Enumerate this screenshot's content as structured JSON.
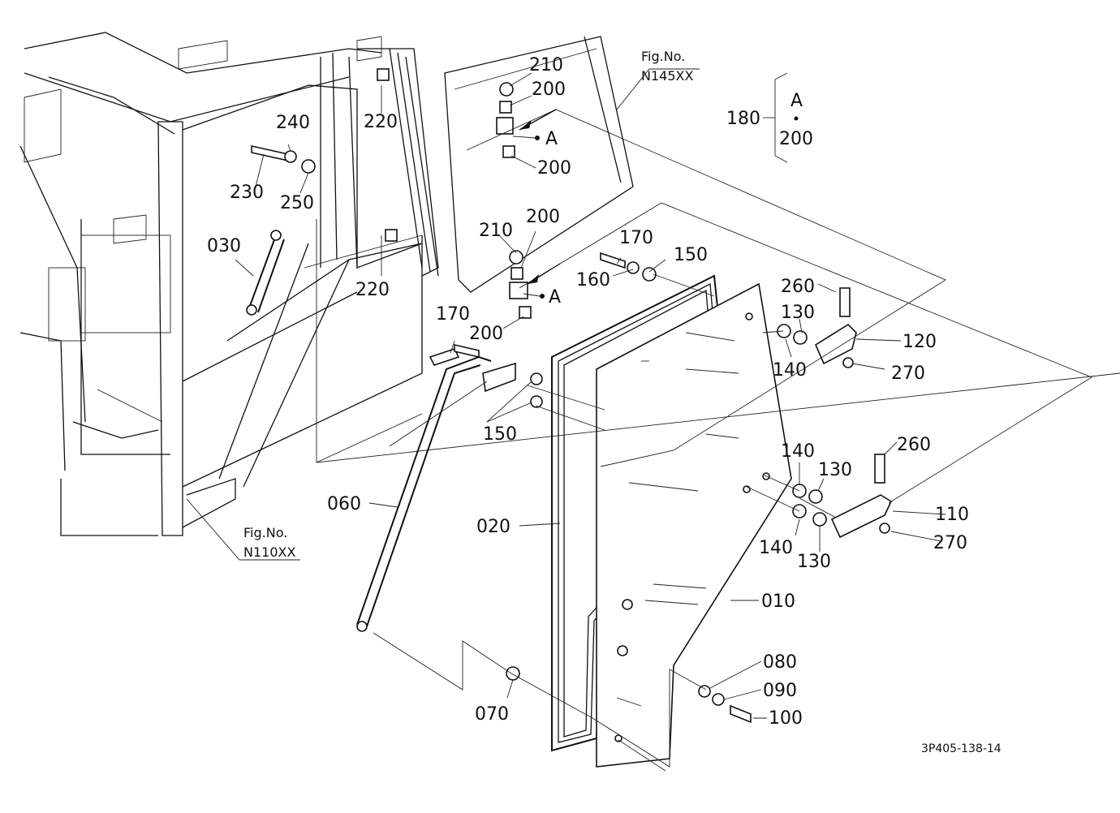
{
  "parts": [
    {
      "id": "p210a",
      "text": "210"
    },
    {
      "id": "p200a",
      "text": "200"
    },
    {
      "id": "pA1",
      "text": "A"
    },
    {
      "id": "p200b",
      "text": "200"
    },
    {
      "id": "p220a",
      "text": "220"
    },
    {
      "id": "p240",
      "text": "240"
    },
    {
      "id": "p230",
      "text": "230"
    },
    {
      "id": "p250",
      "text": "250"
    },
    {
      "id": "p030",
      "text": "030"
    },
    {
      "id": "p220b",
      "text": "220"
    },
    {
      "id": "p210b",
      "text": "210"
    },
    {
      "id": "p200c",
      "text": "200"
    },
    {
      "id": "pA2",
      "text": "A"
    },
    {
      "id": "p200d",
      "text": "200"
    },
    {
      "id": "p170a",
      "text": "170"
    },
    {
      "id": "p160",
      "text": "160"
    },
    {
      "id": "p150a",
      "text": "150"
    },
    {
      "id": "p170b",
      "text": "170"
    },
    {
      "id": "p150b",
      "text": "150"
    },
    {
      "id": "p260a",
      "text": "260"
    },
    {
      "id": "p130a",
      "text": "130"
    },
    {
      "id": "p120",
      "text": "120"
    },
    {
      "id": "p140a",
      "text": "140"
    },
    {
      "id": "p270a",
      "text": "270"
    },
    {
      "id": "p140b",
      "text": "140"
    },
    {
      "id": "p260b",
      "text": "260"
    },
    {
      "id": "p130b",
      "text": "130"
    },
    {
      "id": "p110",
      "text": "110"
    },
    {
      "id": "p140c",
      "text": "140"
    },
    {
      "id": "p130c",
      "text": "130"
    },
    {
      "id": "p270b",
      "text": "270"
    },
    {
      "id": "p060",
      "text": "060"
    },
    {
      "id": "p020",
      "text": "020"
    },
    {
      "id": "p010",
      "text": "010"
    },
    {
      "id": "p080",
      "text": "080"
    },
    {
      "id": "p090",
      "text": "090"
    },
    {
      "id": "p100",
      "text": "100"
    },
    {
      "id": "p070",
      "text": "070"
    },
    {
      "id": "p180",
      "text": "180"
    },
    {
      "id": "pA3",
      "text": "A"
    },
    {
      "id": "p200e",
      "text": "200"
    }
  ],
  "fig_refs": {
    "top": {
      "line1": "Fig.No.",
      "line2": "N145XX"
    },
    "bottom": {
      "line1": "Fig.No.",
      "line2": "N110XX"
    }
  },
  "drawing_code": "3P405-138-14"
}
